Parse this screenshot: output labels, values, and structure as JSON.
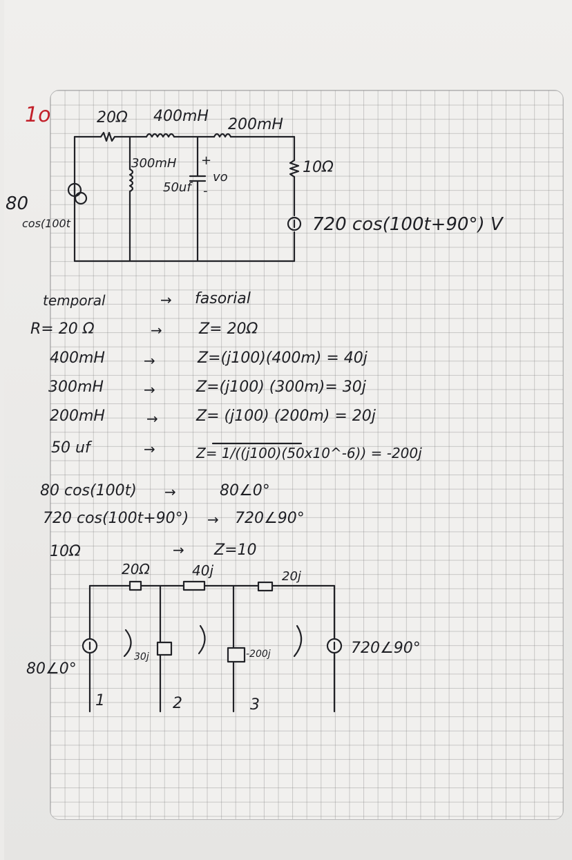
{
  "problem_number": "1o",
  "circuit1": {
    "r1": "20Ω",
    "l1": "400mH",
    "l3": "200mH",
    "l2": "300mH",
    "cap": "50uf",
    "vo_plus": "+",
    "vo": "vo",
    "vo_minus": "-",
    "r2": "10Ω",
    "src_left_top": "80",
    "src_left_bottom": "cos(100t",
    "src_right": "720 cos(100t+90°) V"
  },
  "conversion": {
    "header_left": "temporal",
    "header_arrow": "→",
    "header_right": "fasorial",
    "rows": [
      {
        "left": "R= 20 Ω",
        "arrow": "→",
        "right": "Z= 20Ω"
      },
      {
        "left": "400mH",
        "arrow": "→",
        "right": "Z=(j100)(400m) = 40j"
      },
      {
        "left": "300mH",
        "arrow": "→",
        "right": "Z=(j100) (300m)= 30j"
      },
      {
        "left": "200mH",
        "arrow": "→",
        "right": "Z= (j100) (200m) = 20j"
      },
      {
        "left": "50 uf",
        "arrow": "→",
        "right": "Z= 1/((j100)(50x10^-6)) = -200j"
      }
    ],
    "source1": {
      "left": "80 cos(100t)",
      "arrow": "→",
      "right": "80∠0°"
    },
    "source2": {
      "left": "720 cos(100t+90°)",
      "arrow": "→",
      "right": "720∠90°"
    },
    "r10": {
      "left": "10Ω",
      "arrow": "→",
      "right": "Z=10"
    }
  },
  "circuit2": {
    "z_20": "20Ω",
    "z_40j": "40j",
    "z_20j": "20j",
    "z_30j": "30j",
    "z_neg200j": "-200j",
    "src_left": "80∠0°",
    "src_right": "720∠90°",
    "mesh1": "1",
    "mesh2": "2",
    "mesh3": "3"
  }
}
